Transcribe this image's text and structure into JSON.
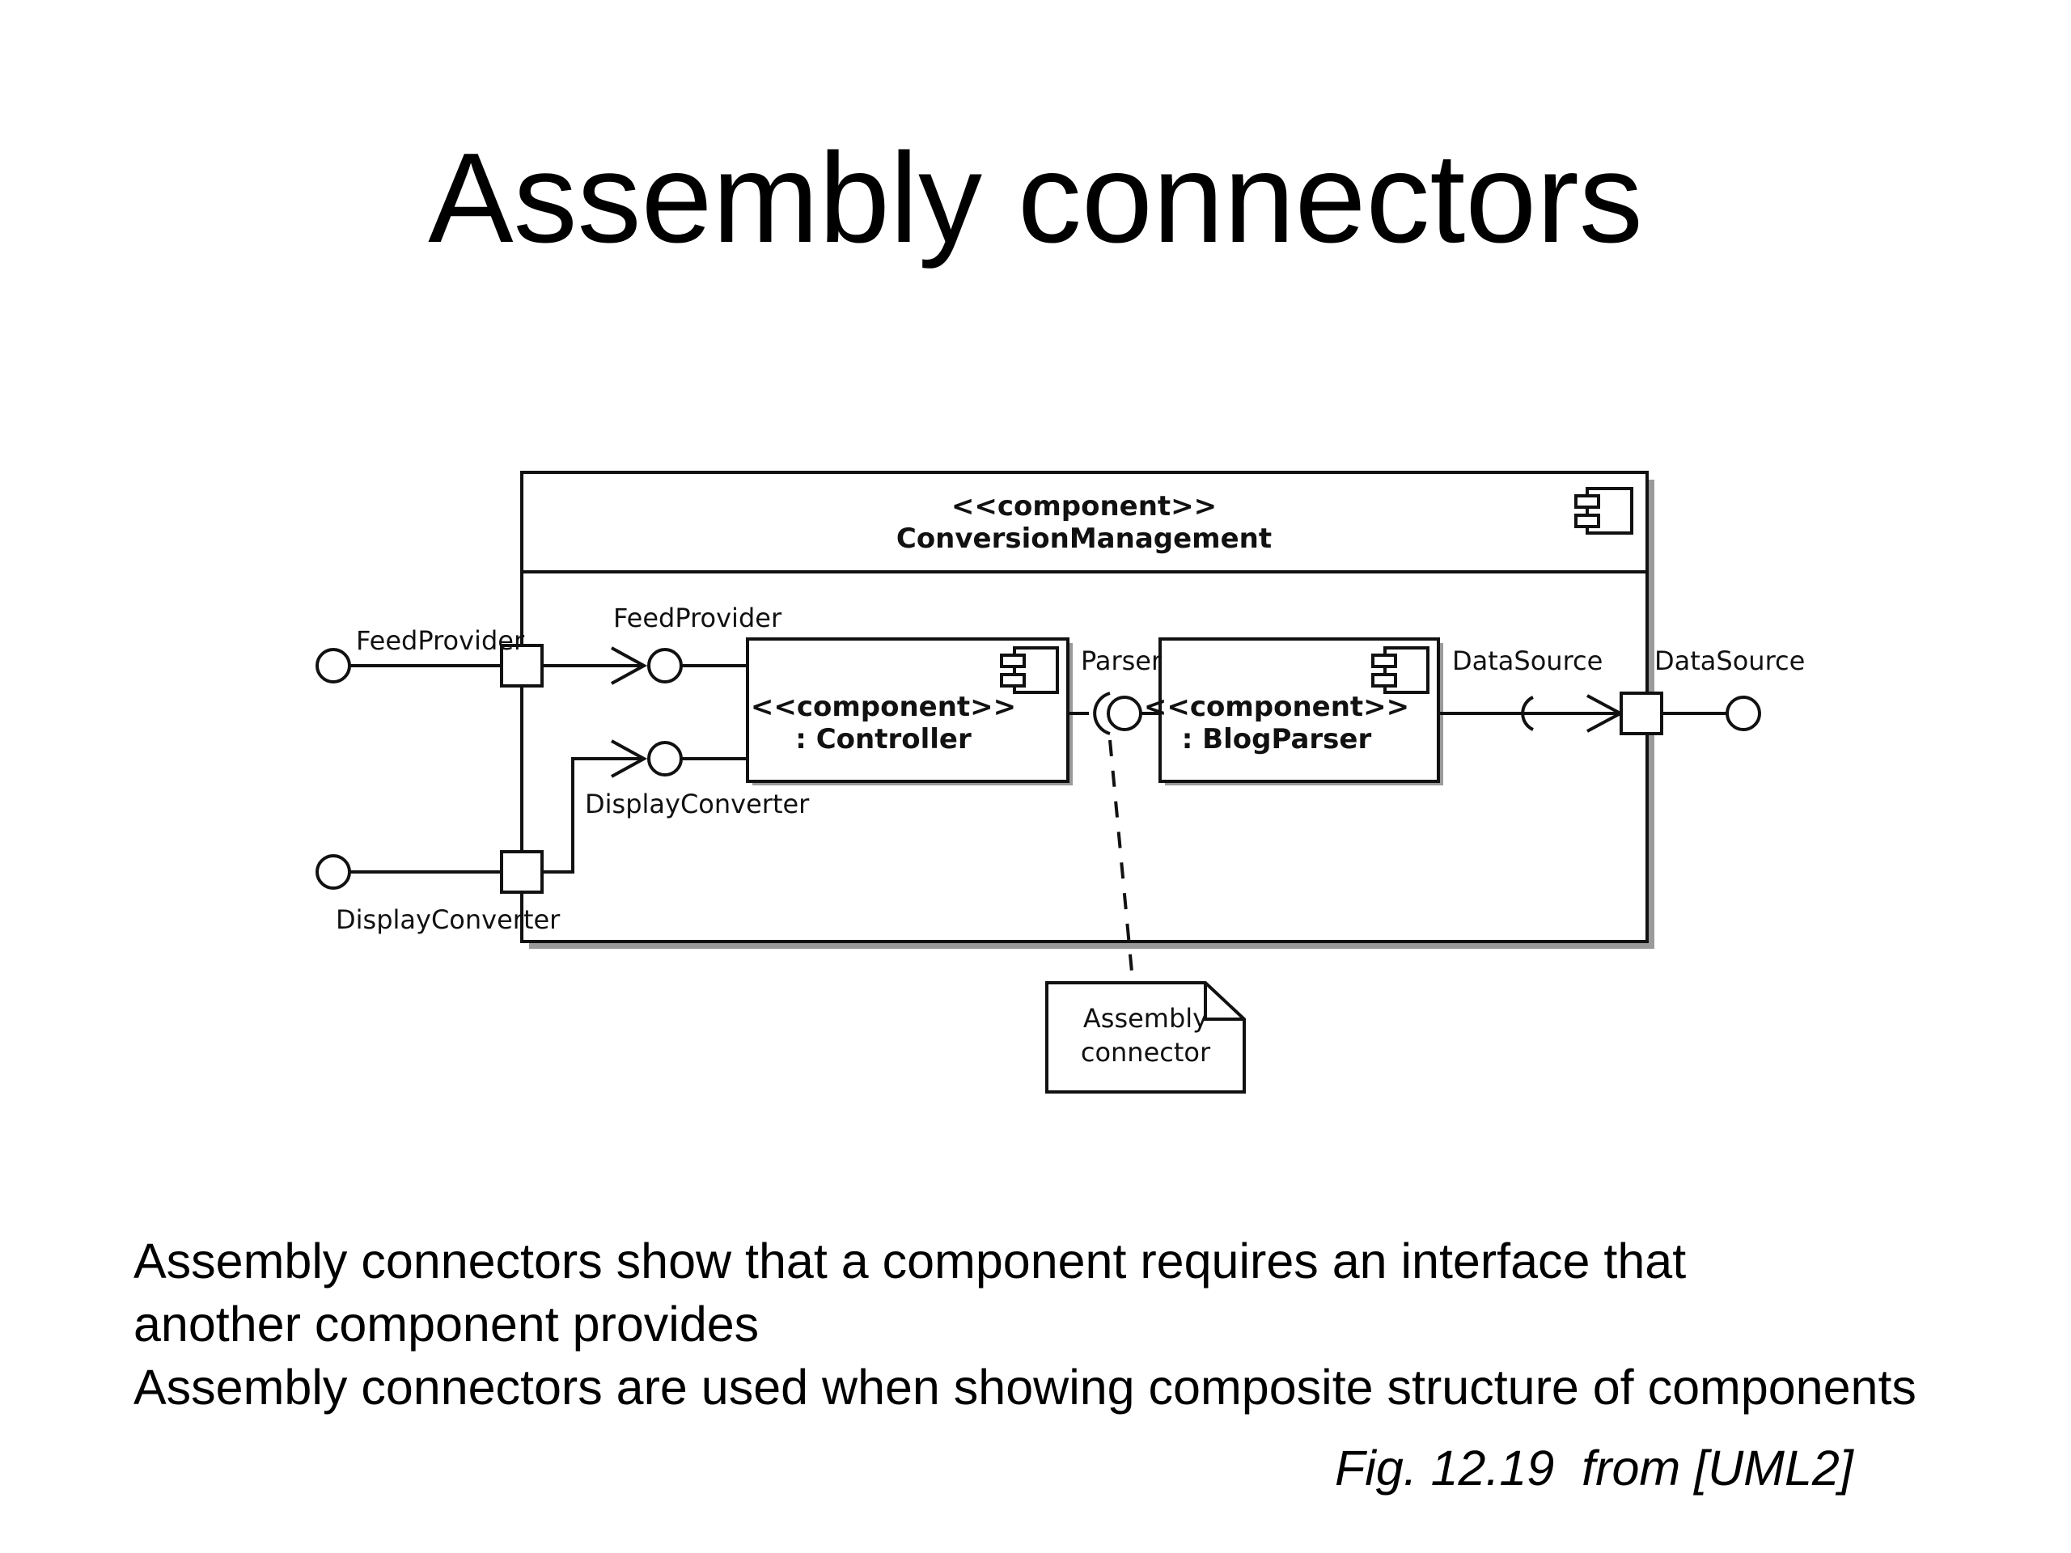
{
  "title": "Assembly connectors",
  "diagram": {
    "outer": {
      "stereotype": "<<component>>",
      "name": "ConversionManagement"
    },
    "controller": {
      "stereotype": "<<component>>",
      "name": ": Controller"
    },
    "blogparser": {
      "stereotype": "<<component>>",
      "name": ": BlogParser"
    },
    "labels": {
      "feedprovider_outer": "FeedProvider",
      "feedprovider_inner": "FeedProvider",
      "displayconverter_inner": "DisplayConverter",
      "displayconverter_outer": "DisplayConverter",
      "parser": "Parser",
      "datasource_inner": "DataSource",
      "datasource_outer": "DataSource"
    },
    "note": {
      "line1": "Assembly",
      "line2": "connector"
    }
  },
  "body": {
    "line1": "Assembly connectors show that a component requires an interface that",
    "line2": "another component provides",
    "line3": "Assembly connectors are used when showing composite structure of components"
  },
  "caption": "Fig. 12.19  from [UML2]"
}
